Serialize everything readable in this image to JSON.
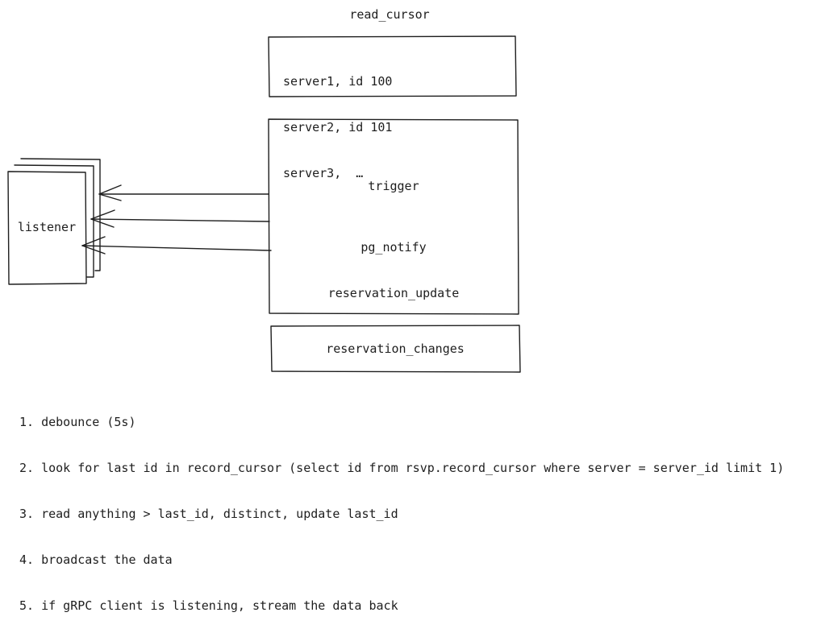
{
  "read_cursor": {
    "title": "read_cursor",
    "lines": [
      "server1, id 100",
      "server2, id 101",
      "server3,  …"
    ]
  },
  "trigger": {
    "label": "trigger",
    "notify_lines": [
      "pg_notify",
      "reservation_update"
    ]
  },
  "listener": {
    "label": "listener"
  },
  "changes": {
    "label": "reservation_changes"
  },
  "steps": [
    "1. debounce (5s)",
    "2. look for last id in record_cursor (select id from rsvp.record_cursor where server = server_id limit 1)",
    "3. read anything > last_id, distinct, update last_id",
    "4. broadcast the data",
    "5. if gRPC client is listening, stream the data back"
  ],
  "colors": {
    "stroke": "#1e1e1e",
    "background": "#ffffff"
  }
}
